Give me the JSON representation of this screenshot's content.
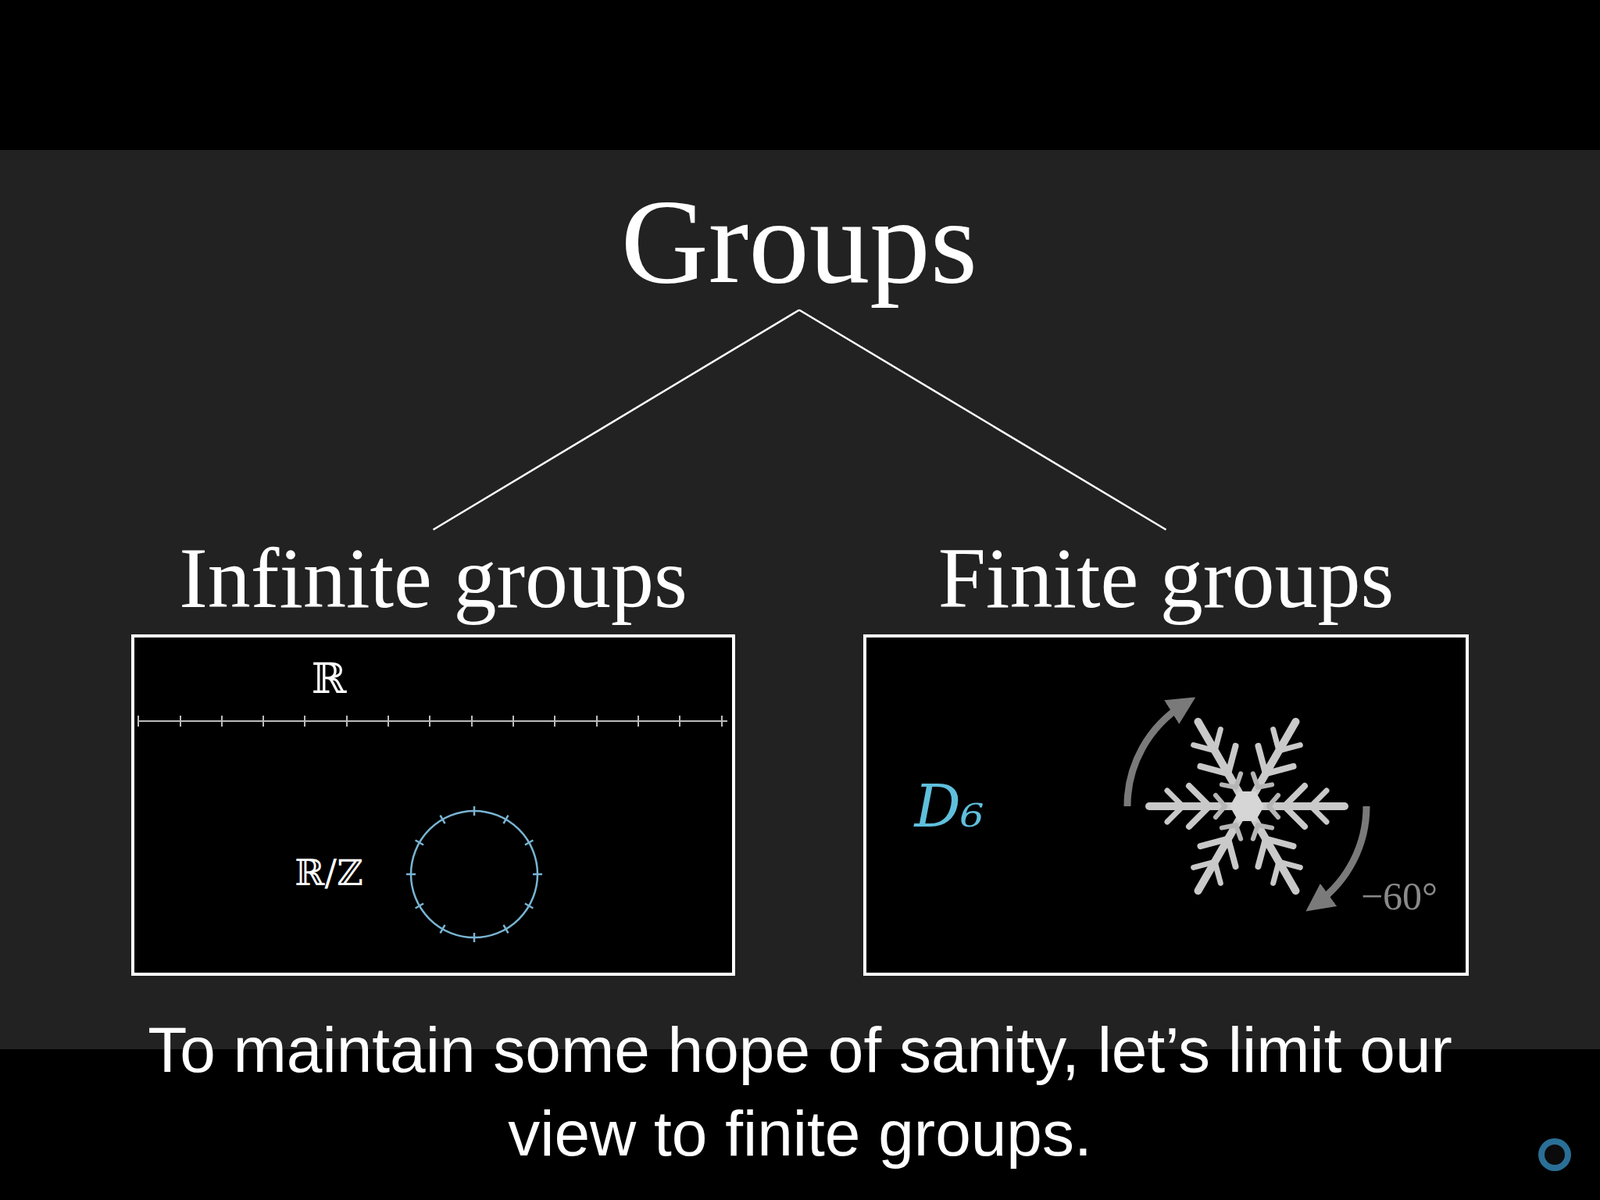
{
  "diagram": {
    "nodes": [
      {
        "text": [
          "Groups"
        ]
      },
      {
        "text": [
          "Infinite groups",
          "ℝ",
          "ℝ/ℤ"
        ]
      },
      {
        "text": [
          "Finite groups",
          "D₆",
          "−60°"
        ]
      }
    ],
    "edges": [
      {
        "from": 0,
        "to": 1,
        "arrow": "none"
      },
      {
        "from": 0,
        "to": 2,
        "arrow": "none"
      }
    ],
    "caption": "To maintain some hope of sanity, let’s limit our view to finite groups."
  }
}
